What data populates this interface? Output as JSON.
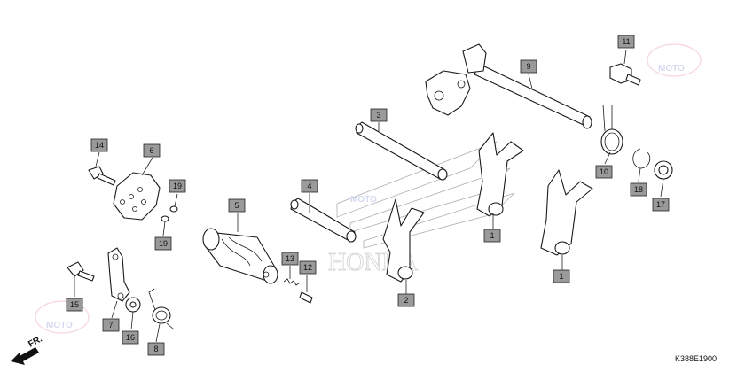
{
  "diagram": {
    "ref_code": "K388E1900",
    "direction_label": "FR.",
    "watermark_brand": "MOTO",
    "callouts": [
      "1",
      "1",
      "2",
      "3",
      "4",
      "5",
      "6",
      "7",
      "8",
      "9",
      "10",
      "11",
      "12",
      "13",
      "14",
      "15",
      "16",
      "17",
      "18",
      "19",
      "19"
    ]
  }
}
